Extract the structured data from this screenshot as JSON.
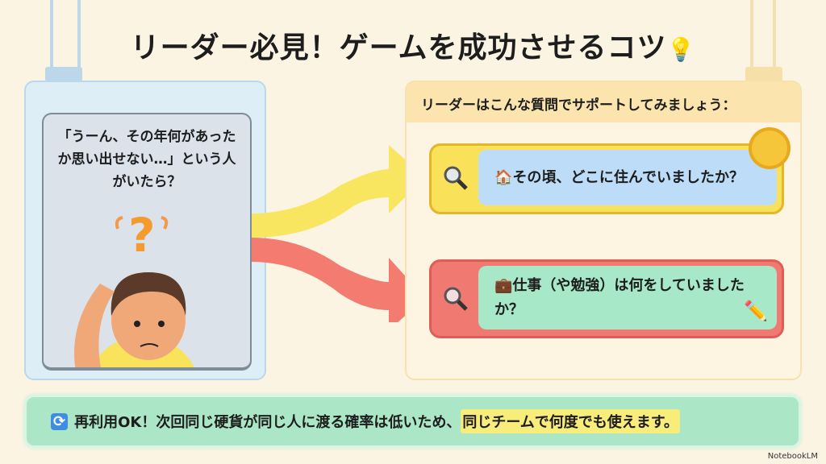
{
  "title": "リーダー必見！ゲームを成功させるコツ",
  "title_icon": "lightbulb-icon",
  "left": {
    "quote": "「うーん、その年何があったか思い出せない…」という人がいたら？"
  },
  "right": {
    "header": "リーダーはこんな質問でサポートしてみましょう：",
    "questions": [
      {
        "icon": "house-icon",
        "text": "その頃、どこに住んでいましたか？"
      },
      {
        "icon": "briefcase-icon",
        "text": "仕事（や勉強）は何をしていましたか？"
      }
    ]
  },
  "banner": {
    "icon": "repeat-icon",
    "text": "再利用OK！次回同じ硬貨が同じ人に渡る確率は低いため、",
    "highlight": "同じチームで何度でも使えます。"
  },
  "watermark": "NotebookLM",
  "colors": {
    "background": "#fcf4e3",
    "yellow": "#f9e15a",
    "red": "#f07a72",
    "blue": "#bcdcf7",
    "green": "#a6e8c8"
  }
}
